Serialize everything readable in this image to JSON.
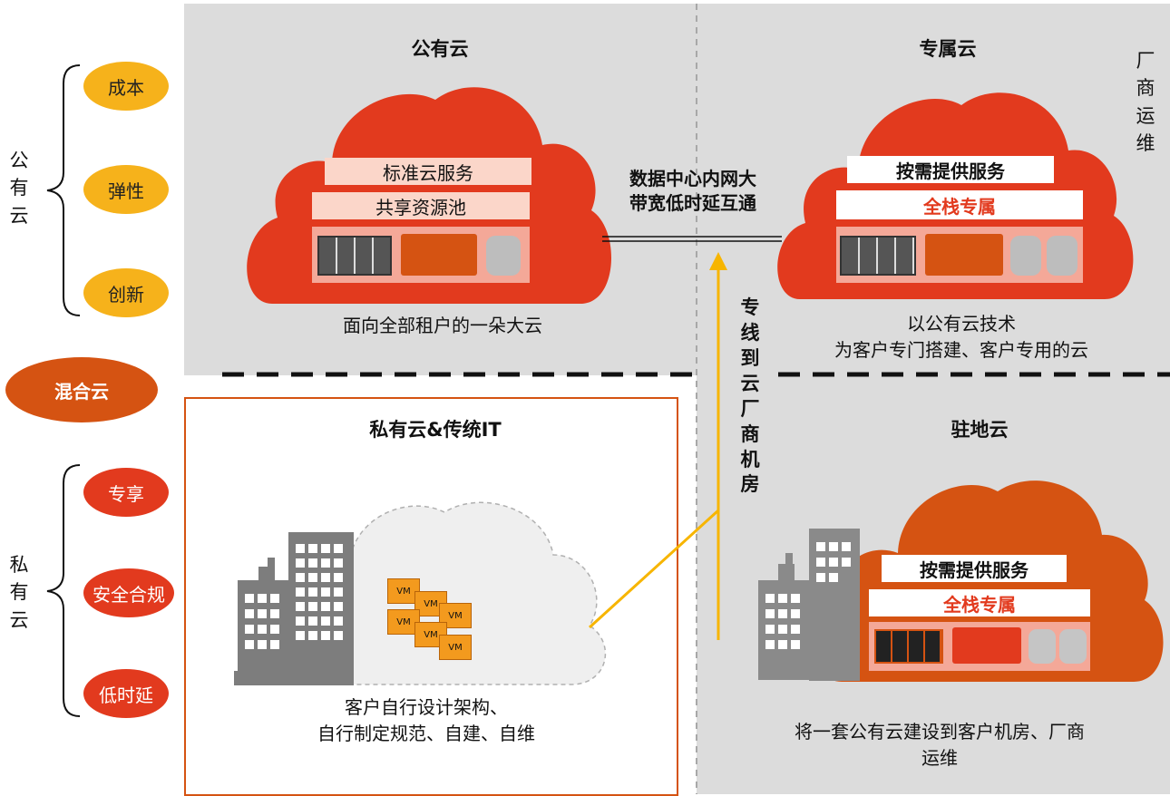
{
  "sidebar": {
    "public_cloud_label": "公\n有\n云",
    "public_items": [
      "成本",
      "弹性",
      "创新"
    ],
    "hybrid_label": "混合云",
    "private_cloud_label": "私\n有\n云",
    "private_items": [
      "专享",
      "安全合规",
      "低时延"
    ]
  },
  "public_cloud": {
    "title": "公有云",
    "band1": "标准云服务",
    "band2": "共享资源池",
    "caption": "面向全部租户的一朵大云"
  },
  "interconnect": {
    "label": "数据中心内网大\n带宽低时延互通"
  },
  "dedicated_cloud": {
    "title": "专属云",
    "band1": "按需提供服务",
    "band2": "全栈专属",
    "caption": "以公有云技术\n为客户专门搭建、客户专用的云"
  },
  "vendor_ops": {
    "label": "厂\n商\n运\n维"
  },
  "dedicated_line": {
    "label": "专\n线\n到\n云\n厂\n商\n机\n房"
  },
  "private_it": {
    "title": "私有云&传统IT",
    "vm_label": "VM",
    "caption": "客户自行设计架构、\n自行制定规范、自建、自维"
  },
  "onsite_cloud": {
    "title": "驻地云",
    "band1": "按需提供服务",
    "band2": "全栈专属",
    "caption": "将一套公有云建设到客户机房、厂商\n运维"
  },
  "colors": {
    "cloud_red": "#e23a1e",
    "cloud_orange": "#d55312",
    "yellow": "#f6b21b",
    "panel_gray": "#dcdcdc",
    "line_yellow": "#f7b500"
  }
}
